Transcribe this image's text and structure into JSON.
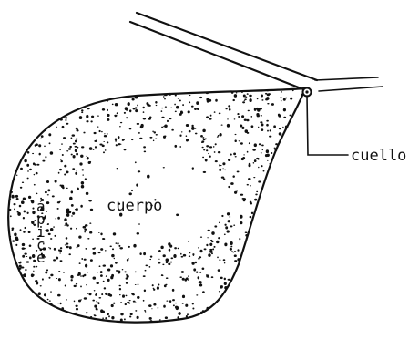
{
  "labels": {
    "neck": "cuello",
    "body": "cuerpo",
    "apex": "ápice"
  },
  "colors": {
    "ink": "#111111",
    "background": "#ffffff"
  }
}
